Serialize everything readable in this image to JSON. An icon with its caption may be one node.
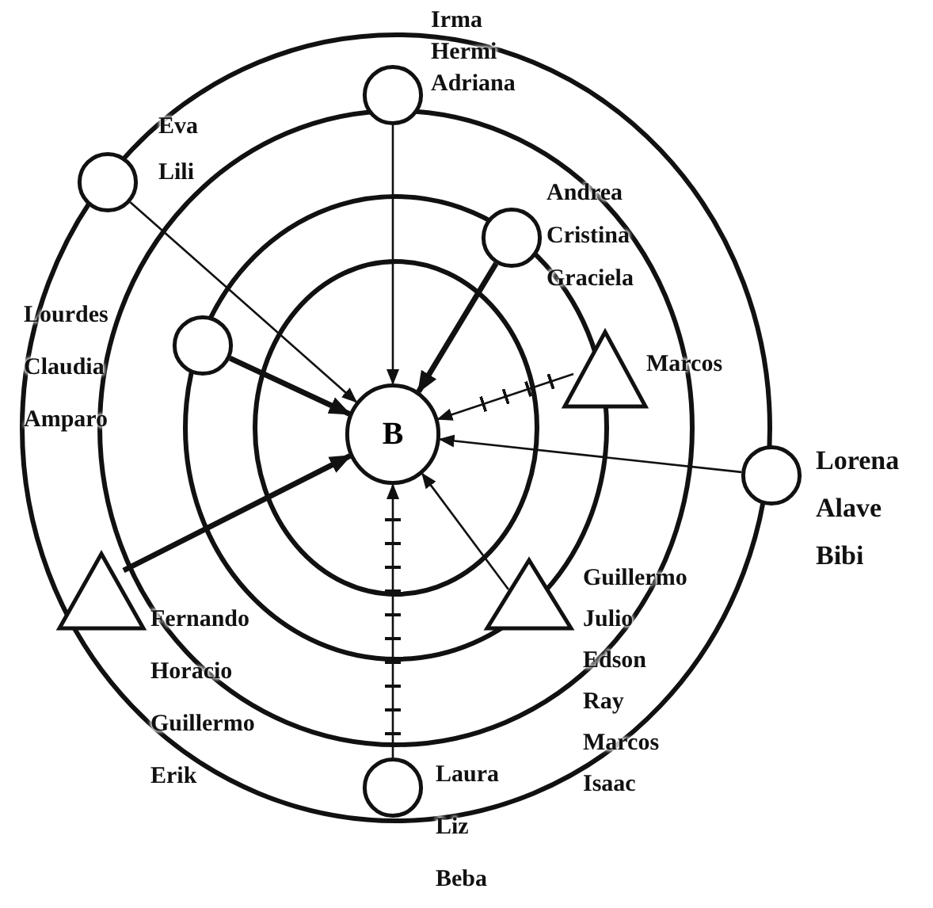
{
  "diagram": {
    "nodes": [
      {
        "text": [
          "B"
        ]
      },
      {
        "text": [
          "Irma",
          "Hermi",
          "Adriana"
        ]
      },
      {
        "text": [
          "Eva",
          "Lili"
        ]
      },
      {
        "text": [
          "Andrea",
          "Cristina",
          "Graciela"
        ]
      },
      {
        "text": [
          "Lourdes",
          "Claudia",
          "Amparo"
        ]
      },
      {
        "text": [
          "Marcos"
        ]
      },
      {
        "text": [
          "Lorena",
          "Alave",
          "Bibi"
        ]
      },
      {
        "text": [
          "Fernando",
          "Horacio",
          "Guillermo",
          "Erik"
        ]
      },
      {
        "text": [
          "Guillermo",
          "Julio",
          "Edson",
          "Ray",
          "Marcos",
          "Isaac"
        ]
      },
      {
        "text": [
          "Laura",
          "Liz",
          "Beba"
        ]
      }
    ],
    "edges": [
      {
        "from": 1,
        "to": 0,
        "arrow": "to"
      },
      {
        "from": 2,
        "to": 0,
        "arrow": "to"
      },
      {
        "from": 3,
        "to": 0,
        "arrow": "to",
        "style": "thick"
      },
      {
        "from": 4,
        "to": 0,
        "arrow": "to",
        "style": "thick"
      },
      {
        "from": 5,
        "to": 0,
        "arrow": "to"
      },
      {
        "from": 6,
        "to": 0,
        "arrow": "to"
      },
      {
        "from": 7,
        "to": 0,
        "arrow": "to",
        "style": "thick"
      },
      {
        "from": 8,
        "to": 0,
        "arrow": "to"
      },
      {
        "from": 9,
        "to": 0,
        "arrow": "to"
      }
    ]
  }
}
